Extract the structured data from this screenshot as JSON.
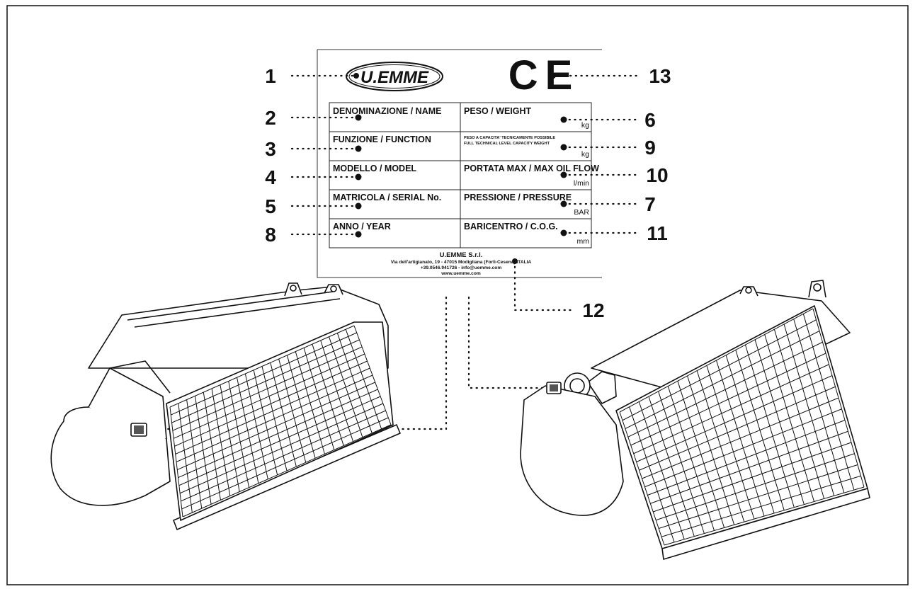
{
  "plate": {
    "logo_text": "U.EMME",
    "mark_text": "CE",
    "cells": {
      "name": "DENOMINAZIONE / NAME",
      "function": "FUNZIONE / FUNCTION",
      "model": "MODELLO / MODEL",
      "serial": "MATRICOLA / SERIAL No.",
      "year": "ANNO / YEAR",
      "weight": "PESO / WEIGHT",
      "capacity_weight_it": "PESO A CAPACITA' TECNICAMENTE POSSIBILE",
      "capacity_weight_en": "FULL TECHNICAL LEVEL CAPACITY WEIGHT",
      "oil_flow": "PORTATA MAX / MAX OIL FLOW",
      "pressure": "PRESSIONE / PRESSURE",
      "cog": "BARICENTRO / C.O.G."
    },
    "units": {
      "weight": "kg",
      "capacity_weight": "kg",
      "oil_flow": "l/min",
      "pressure": "BAR",
      "cog": "mm"
    },
    "footer": {
      "company": "U.EMME S.r.l.",
      "address": "Via dell'artigianato, 19 - 47015 Modigliana (Forlì-Cesena) ITALIA",
      "contact": "+39.0546.941726 - info@uemme.com",
      "website": "www.uemme.com"
    }
  },
  "callouts": {
    "logo": "1",
    "name": "2",
    "function": "3",
    "model": "4",
    "serial": "5",
    "weight": "6",
    "pressure": "7",
    "year": "8",
    "capacity_weight": "9",
    "oil_flow": "10",
    "cog": "11",
    "footer": "12",
    "ce": "13"
  }
}
